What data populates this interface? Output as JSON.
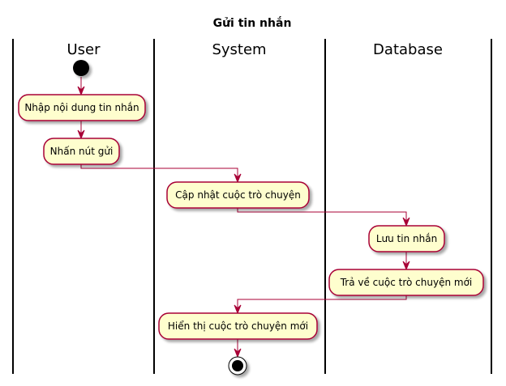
{
  "title": "Gửi tin nhắn",
  "colors": {
    "action_fill": "#FEFECE",
    "border": "#A80036",
    "node": "#000000",
    "lane_line": "#000000",
    "background": "#FFFFFF"
  },
  "swimlanes": [
    {
      "name": "User"
    },
    {
      "name": "System"
    },
    {
      "name": "Database"
    }
  ],
  "flow": {
    "start": {
      "lane": "User"
    },
    "actions": [
      {
        "id": "a1",
        "lane": "User",
        "label": "Nhập nội dung tin nhắn"
      },
      {
        "id": "a2",
        "lane": "User",
        "label": "Nhấn nút gửi"
      },
      {
        "id": "a3",
        "lane": "System",
        "label": "Cập nhật cuộc trò chuyện"
      },
      {
        "id": "a4",
        "lane": "Database",
        "label": "Lưu tin nhắn"
      },
      {
        "id": "a5",
        "lane": "Database",
        "label": "Trả về cuộc trò chuyện mới"
      },
      {
        "id": "a6",
        "lane": "System",
        "label": "Hiển thị cuộc trò chuyện mới"
      }
    ],
    "end": {
      "lane": "System"
    }
  }
}
